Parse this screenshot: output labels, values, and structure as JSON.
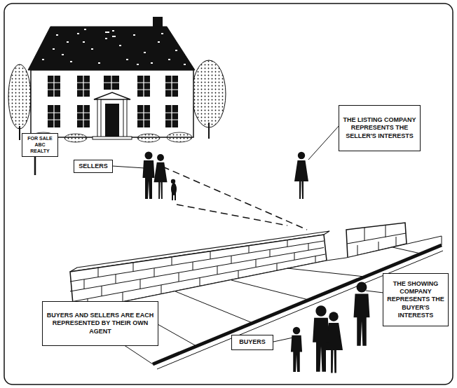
{
  "diagram": {
    "nodes": [
      {
        "text": [
          "THE LISTING COMPANY REPRESENTS THE SELLER'S INTERESTS"
        ]
      },
      {
        "text": [
          "FOR SALE ABC REALTY"
        ]
      },
      {
        "text": [
          "SELLERS"
        ]
      },
      {
        "text": [
          "THE SHOWING COMPANY REPRESENTS THE BUYER'S INTERESTS"
        ]
      },
      {
        "text": [
          "BUYERS AND SELLERS ARE EACH REPRESENTED BY THEIR OWN AGENT"
        ]
      },
      {
        "text": [
          "BUYERS"
        ]
      }
    ]
  }
}
